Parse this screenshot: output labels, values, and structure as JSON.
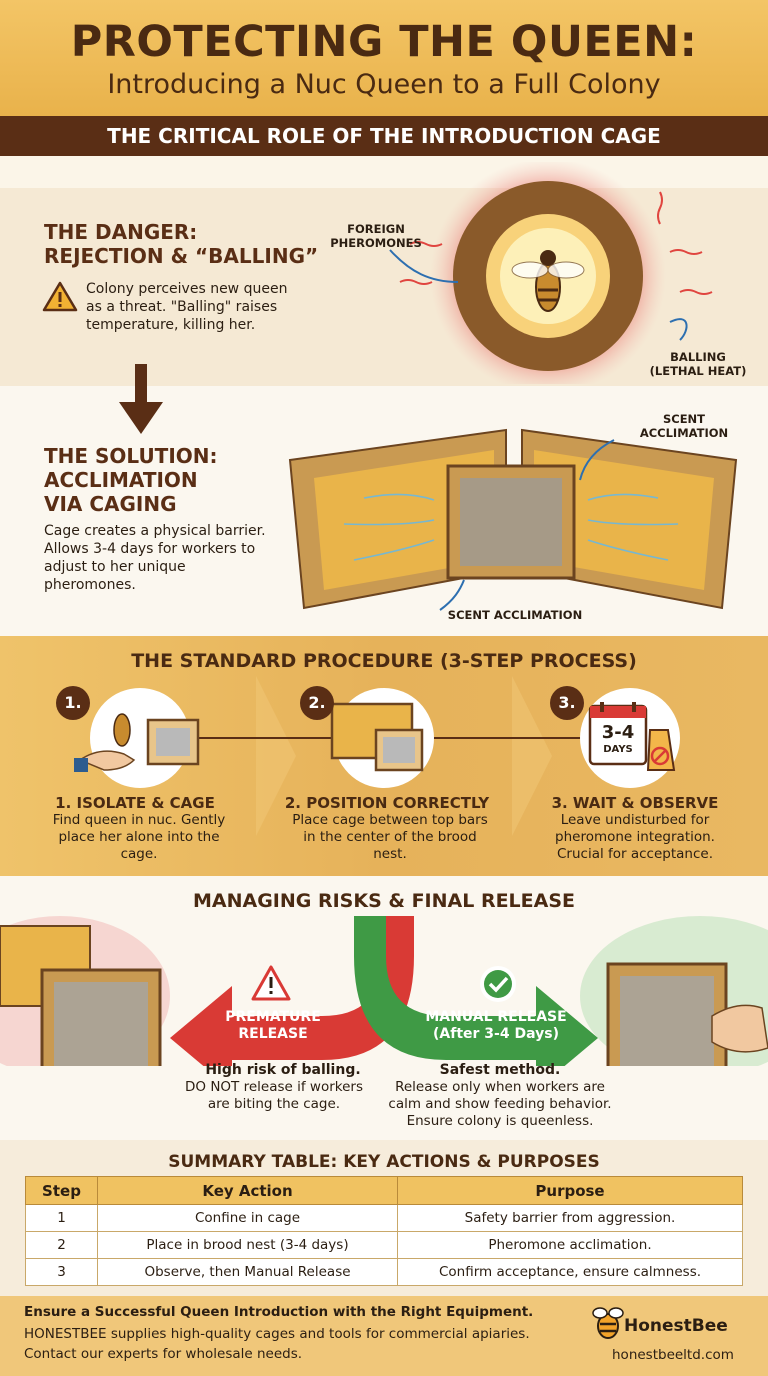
{
  "header": {
    "title": "PROTECTING THE QUEEN:",
    "subtitle": "Introducing a Nuc Queen to a Full Colony",
    "band": "THE CRITICAL ROLE OF THE INTRODUCTION CAGE"
  },
  "danger": {
    "title_line1": "THE DANGER:",
    "title_line2": "REJECTION & “BALLING”",
    "text": "Colony perceives new queen as a threat. \"Balling\" raises temperature, killing her.",
    "label_pheromones": "FOREIGN PHEROMONES",
    "label_balling": "BALLING (LETHAL HEAT)"
  },
  "solution": {
    "title_line1": "THE SOLUTION:",
    "title_line2": "ACCLIMATION",
    "title_line3": "VIA CAGING",
    "text": "Cage creates a physical barrier. Allows 3-4 days for workers to adjust to her unique pheromones.",
    "label_top": "SCENT ACCLIMATION",
    "label_bottom": "SCENT ACCLIMATION"
  },
  "procedure": {
    "title": "THE STANDARD PROCEDURE (3-STEP PROCESS)",
    "steps": [
      {
        "num": "1.",
        "title": "1. ISOLATE & CAGE",
        "text": "Find queen in nuc. Gently place her alone into the cage."
      },
      {
        "num": "2.",
        "title": "2. POSITION CORRECTLY",
        "text": "Place cage between top bars in the center of the brood nest."
      },
      {
        "num": "3.",
        "title": "3. WAIT & OBSERVE",
        "text": "Leave undisturbed for pheromone integration. Crucial for acceptance."
      }
    ],
    "calendar_text": "3-4",
    "calendar_sub": "DAYS"
  },
  "risks": {
    "title": "MANAGING RISKS & FINAL RELEASE",
    "premature_label_1": "PREMATURE",
    "premature_label_2": "RELEASE",
    "manual_label_1": "MANUAL RELEASE",
    "manual_label_2": "(After 3-4 Days)",
    "left_bold": "High risk of balling.",
    "left_text": "DO NOT release if workers are biting the cage.",
    "right_bold": "Safest method.",
    "right_text": "Release only when workers are calm and show feeding behavior. Ensure colony is queenless."
  },
  "summary": {
    "title": "SUMMARY TABLE: KEY ACTIONS & PURPOSES",
    "headers": [
      "Step",
      "Key Action",
      "Purpose"
    ],
    "rows": [
      [
        "1",
        "Confine in cage",
        "Safety barrier from aggression."
      ],
      [
        "2",
        "Place in brood nest (3-4 days)",
        "Pheromone acclimation."
      ],
      [
        "3",
        "Observe, then Manual Release",
        "Confirm acceptance, ensure calmness."
      ]
    ]
  },
  "footer": {
    "bold": "Ensure a Successful Queen Introduction with the Right Equipment.",
    "line2": "HONESTBEE supplies high-quality cages and tools for commercial apiaries.",
    "line3": "Contact our experts for wholesale needs.",
    "brand": "HonestBee",
    "url": "honestbeeltd.com"
  },
  "colors": {
    "brown": "#5a2e15",
    "gold": "#f0c261",
    "red": "#d93a35",
    "green": "#3f9a45"
  }
}
